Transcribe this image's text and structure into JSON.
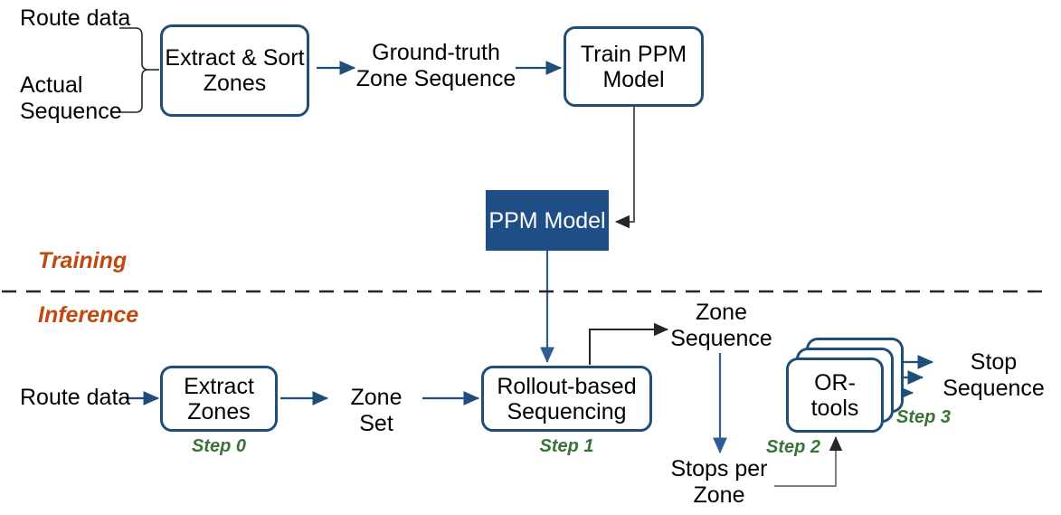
{
  "diagram": {
    "title_absent": true,
    "phases": {
      "training": "Training",
      "inference": "Inference"
    },
    "colors": {
      "box_border": "#1F4E79",
      "box_fill": "#FFFFFF",
      "filled_box": "#1F4E87",
      "arrow_blue": "#1F4E79",
      "arrow_black": "#262626",
      "arrow_gray": "#808080",
      "phase_label": "#C0490F",
      "step_label": "#3A7336",
      "text": "#000000",
      "background": "#FFFFFF"
    }
  },
  "training_row": {
    "input_top": "Route data",
    "input_bottom": "Actual\nSequence",
    "extract_sort_box": "Extract &\nSort\nZones",
    "ground_truth_label": "Ground-truth\nZone Sequence",
    "train_ppm_box": "Train PPM\nModel",
    "ppm_model_box": "PPM\nModel"
  },
  "inference_row": {
    "route_data": "Route data",
    "extract_zones_box": "Extract\nZones",
    "zone_set_label": "Zone Set",
    "rollout_box": "Rollout-based\nSequencing",
    "zone_sequence_label": "Zone\nSequence",
    "stops_per_zone_label": "Stops per\nZone",
    "ortools_box": "OR-\ntools",
    "stop_sequence_label": "Stop\nSequence"
  },
  "steps": {
    "step0": "Step 0",
    "step1": "Step 1",
    "step2": "Step 2",
    "step3": "Step 3"
  }
}
